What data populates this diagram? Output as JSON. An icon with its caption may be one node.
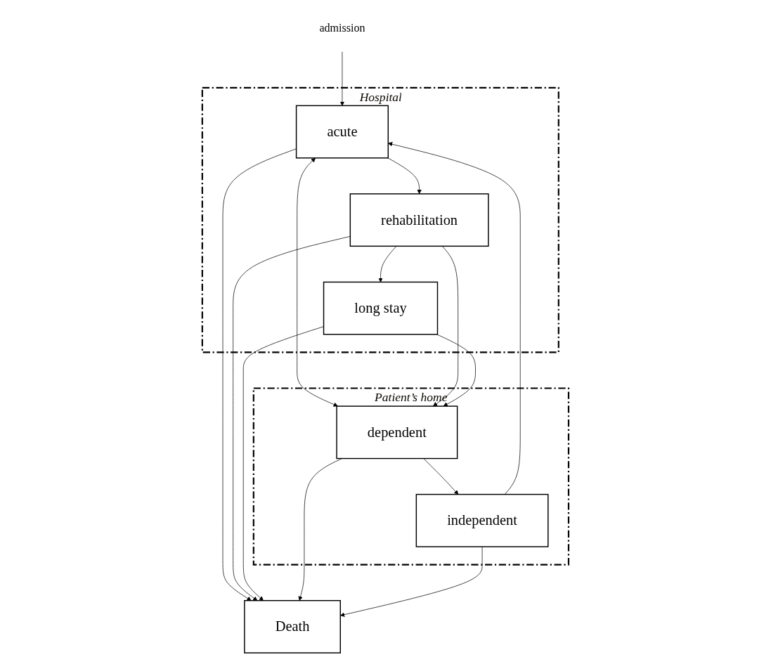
{
  "diagram": {
    "nodes": [
      {
        "text": [
          "admission"
        ]
      },
      {
        "text": [
          "Hospital"
        ]
      },
      {
        "text": [
          "acute"
        ],
        "in": 1
      },
      {
        "text": [
          "rehabilitation"
        ],
        "in": 1
      },
      {
        "text": [
          "long stay"
        ],
        "in": 1
      },
      {
        "text": [
          "Patient’s home"
        ]
      },
      {
        "text": [
          "dependent"
        ],
        "in": 5
      },
      {
        "text": [
          "independent"
        ],
        "in": 5
      },
      {
        "text": [
          "Death"
        ]
      }
    ],
    "edges": [
      {
        "from": 0,
        "to": 2,
        "arrow": "to"
      },
      {
        "from": 2,
        "to": 6,
        "arrow": "both"
      },
      {
        "from": 2,
        "to": 3,
        "arrow": "to"
      },
      {
        "from": 3,
        "to": 4,
        "arrow": "to"
      },
      {
        "from": 6,
        "to": 7,
        "arrow": "to"
      },
      {
        "from": 7,
        "to": 2,
        "arrow": "to"
      },
      {
        "from": 3,
        "to": 6,
        "arrow": "to"
      },
      {
        "from": 4,
        "to": 6,
        "arrow": "to"
      },
      {
        "from": 2,
        "to": 8,
        "arrow": "to"
      },
      {
        "from": 3,
        "to": 8,
        "arrow": "to"
      },
      {
        "from": 4,
        "to": 8,
        "arrow": "to"
      },
      {
        "from": 6,
        "to": 8,
        "arrow": "to"
      },
      {
        "from": 7,
        "to": 8,
        "arrow": "to"
      }
    ]
  }
}
